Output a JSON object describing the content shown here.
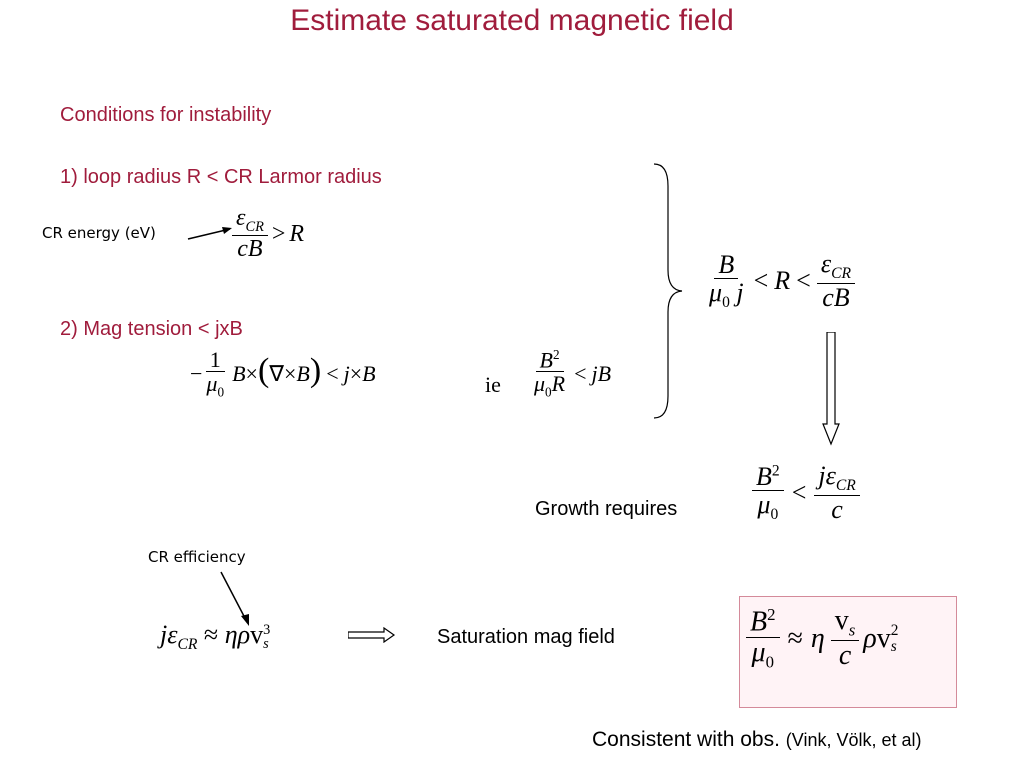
{
  "slide": {
    "title": "Estimate saturated magnetic field",
    "conditions_heading": "Conditions for instability",
    "condition1": "1) loop radius R < CR Larmor radius",
    "cr_energy_label": "CR energy (eV)",
    "condition2": "2)  Mag tension < jxB",
    "ie_label": "ie",
    "growth_label": "Growth requires",
    "cr_efficiency_label": "CR efficiency",
    "saturation_label": "Saturation mag field",
    "consistent_main": "Consistent with obs.",
    "consistent_refs": "(Vink, Völk, et al)"
  },
  "colors": {
    "title": "#a01c3c",
    "box_border": "#d48a9a",
    "box_fill": "#fff3f6"
  }
}
